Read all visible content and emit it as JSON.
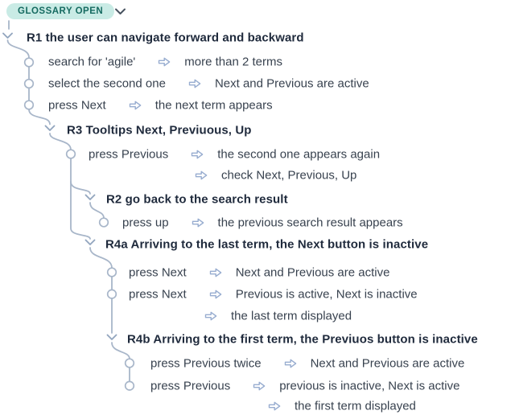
{
  "badge": {
    "label": "GLOSSARY OPEN"
  },
  "titles": [
    {
      "id": "r1",
      "label": "R1 the user can navigate forward and backward"
    },
    {
      "id": "r3",
      "label": "R3 Tooltips Next, Previuous, Up"
    },
    {
      "id": "r2",
      "label": "R2 go back to the search result"
    },
    {
      "id": "r4a",
      "label": "R4a Arriving to the last term, the Next button is inactive"
    },
    {
      "id": "r4b",
      "label": "R4b Arriving to the first term, the Previuos button is inactive"
    }
  ],
  "steps": [
    {
      "action": "search for 'agile'",
      "result": "more than 2 terms"
    },
    {
      "action": "select the second one",
      "result": "Next and Previous are active"
    },
    {
      "action": "press Next",
      "result": "the next term appears"
    },
    {
      "action": "press Previous",
      "result": "the second one appears again"
    },
    {
      "action": "",
      "result": "check Next, Previous, Up"
    },
    {
      "action": "press up",
      "result": "the previous search result appears"
    },
    {
      "action": "press Next",
      "result": "Next and Previous are active"
    },
    {
      "action": "press Next",
      "result": "Previous is active, Next is inactive"
    },
    {
      "action": "",
      "result": "the last term displayed"
    },
    {
      "action": "press Previous twice",
      "result": "Next and Previous are active"
    },
    {
      "action": "press Previous",
      "result": "previous is inactive, Next is active"
    },
    {
      "action": "",
      "result": "the first term displayed"
    }
  ],
  "colors": {
    "badge_bg": "#c9ebe5",
    "badge_text": "#156a60",
    "badge_caret": "#47525f",
    "connector": "#a8b6c9",
    "chevron": "#93a6bf",
    "arrow": "#98add0",
    "title_text": "#1f2a3c",
    "body_text": "#38424f"
  }
}
